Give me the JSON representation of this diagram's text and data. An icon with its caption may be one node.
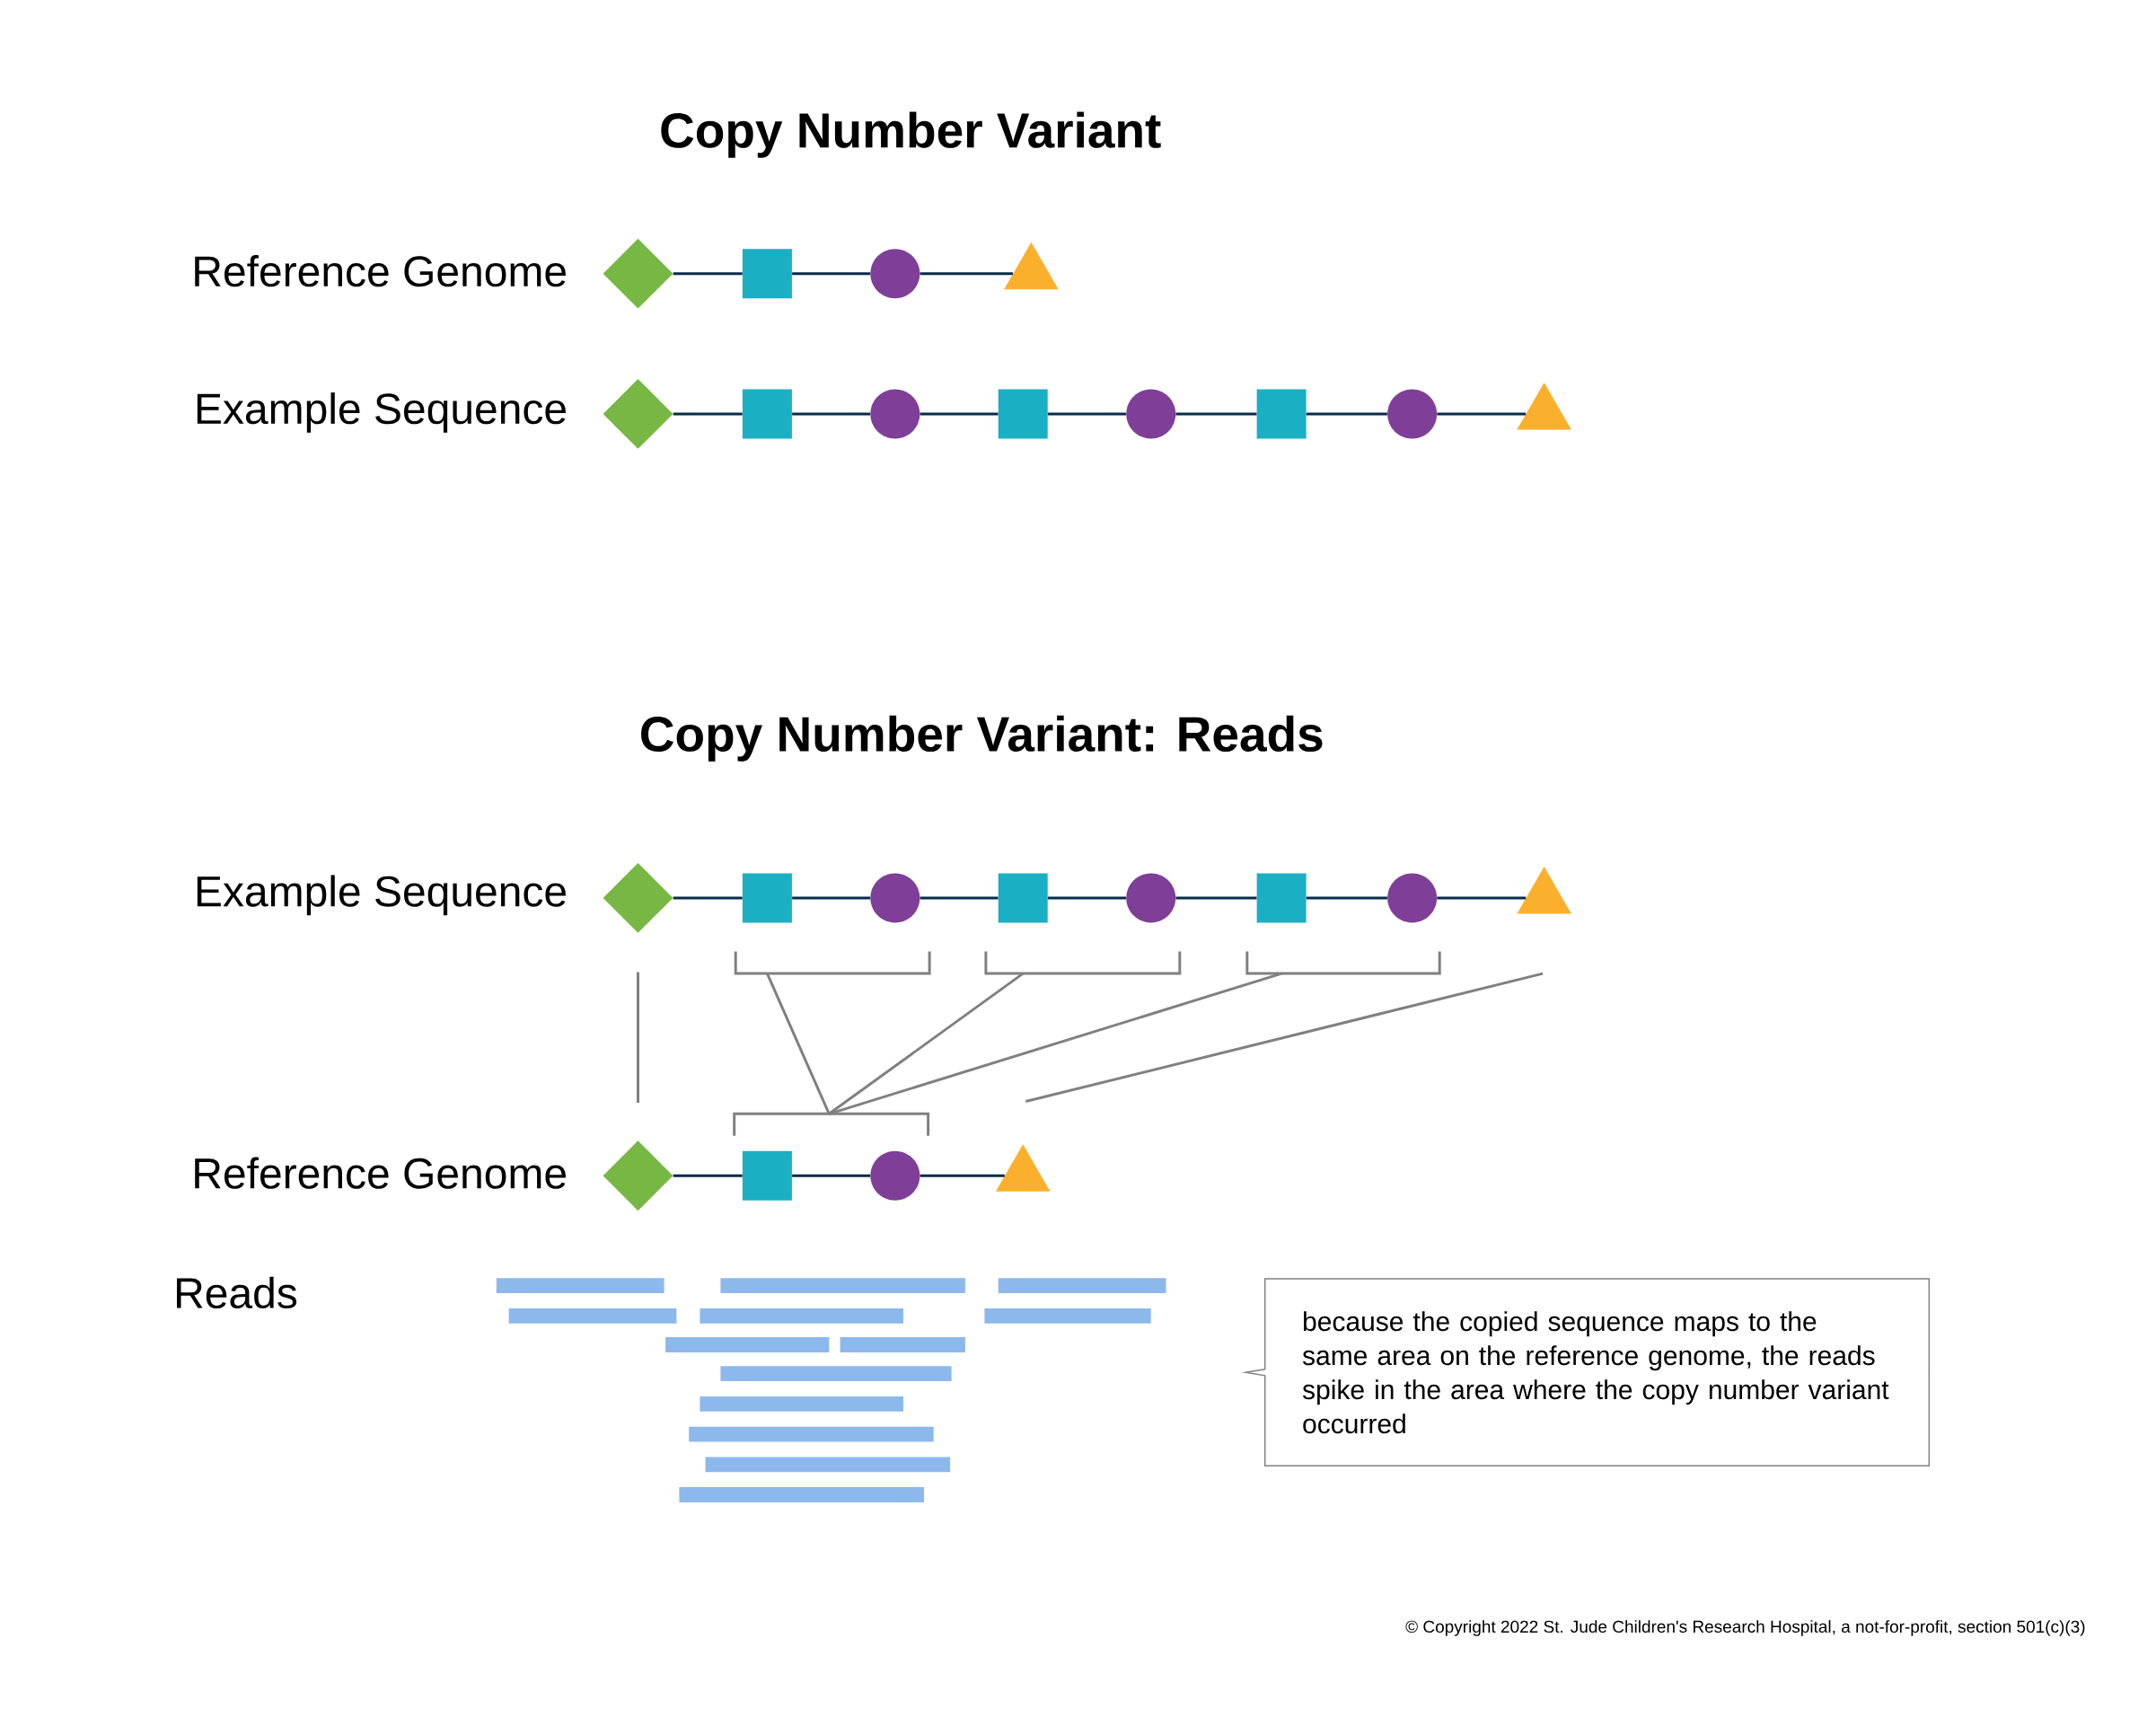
{
  "diagram": {
    "title": "Copy Number Variant",
    "nodes": [
      {
        "text": [],
        "shape": "diamond"
      },
      {
        "text": [],
        "shape": "box"
      },
      {
        "text": [],
        "shape": "circle"
      },
      {
        "text": [],
        "shape": "triangle"
      },
      {
        "text": [],
        "shape": "diamond"
      },
      {
        "text": [],
        "shape": "box"
      },
      {
        "text": [],
        "shape": "circle"
      },
      {
        "text": [],
        "shape": "box"
      },
      {
        "text": [],
        "shape": "circle"
      },
      {
        "text": [],
        "shape": "box"
      },
      {
        "text": [],
        "shape": "circle"
      },
      {
        "text": [],
        "shape": "triangle"
      },
      {
        "text": [],
        "shape": "diamond"
      },
      {
        "text": [],
        "shape": "box"
      },
      {
        "text": [],
        "shape": "circle"
      },
      {
        "text": [],
        "shape": "box"
      },
      {
        "text": [],
        "shape": "circle"
      },
      {
        "text": [],
        "shape": "box"
      },
      {
        "text": [],
        "shape": "circle"
      },
      {
        "text": [],
        "shape": "triangle"
      },
      {
        "text": [],
        "shape": "diamond"
      },
      {
        "text": [],
        "shape": "box"
      },
      {
        "text": [],
        "shape": "circle"
      },
      {
        "text": [],
        "shape": "triangle"
      },
      {
        "text": [
          "because the copied sequence maps to the same area on the reference genome, the reads spike in the area where the copy number variant occurred"
        ]
      }
    ],
    "edges": [
      {
        "from": 0,
        "to": 1,
        "arrow": "none"
      },
      {
        "from": 1,
        "to": 2,
        "arrow": "none"
      },
      {
        "from": 2,
        "to": 3,
        "arrow": "none"
      },
      {
        "from": 4,
        "to": 5,
        "arrow": "none"
      },
      {
        "from": 5,
        "to": 6,
        "arrow": "none"
      },
      {
        "from": 6,
        "to": 7,
        "arrow": "none"
      },
      {
        "from": 7,
        "to": 8,
        "arrow": "none"
      },
      {
        "from": 8,
        "to": 9,
        "arrow": "none"
      },
      {
        "from": 9,
        "to": 10,
        "arrow": "none"
      },
      {
        "from": 10,
        "to": 11,
        "arrow": "none"
      },
      {
        "from": 12,
        "to": 13,
        "arrow": "none"
      },
      {
        "from": 13,
        "to": 14,
        "arrow": "none"
      },
      {
        "from": 14,
        "to": 15,
        "arrow": "none"
      },
      {
        "from": 15,
        "to": 16,
        "arrow": "none"
      },
      {
        "from": 16,
        "to": 17,
        "arrow": "none"
      },
      {
        "from": 17,
        "to": 18,
        "arrow": "none"
      },
      {
        "from": 18,
        "to": 19,
        "arrow": "none"
      },
      {
        "from": 20,
        "to": 21,
        "arrow": "none"
      },
      {
        "from": 21,
        "to": 22,
        "arrow": "none"
      },
      {
        "from": 22,
        "to": 23,
        "arrow": "none"
      }
    ],
    "labels": [
      "Copy Number Variant: Reads",
      "Reference Genome",
      "Example Sequence",
      "Example Sequence",
      "Reference Genome",
      "Reads",
      "© Copyright 2022 St. Jude Children's Research Hospital, a not-for-profit, section 501(c)(3)"
    ]
  }
}
